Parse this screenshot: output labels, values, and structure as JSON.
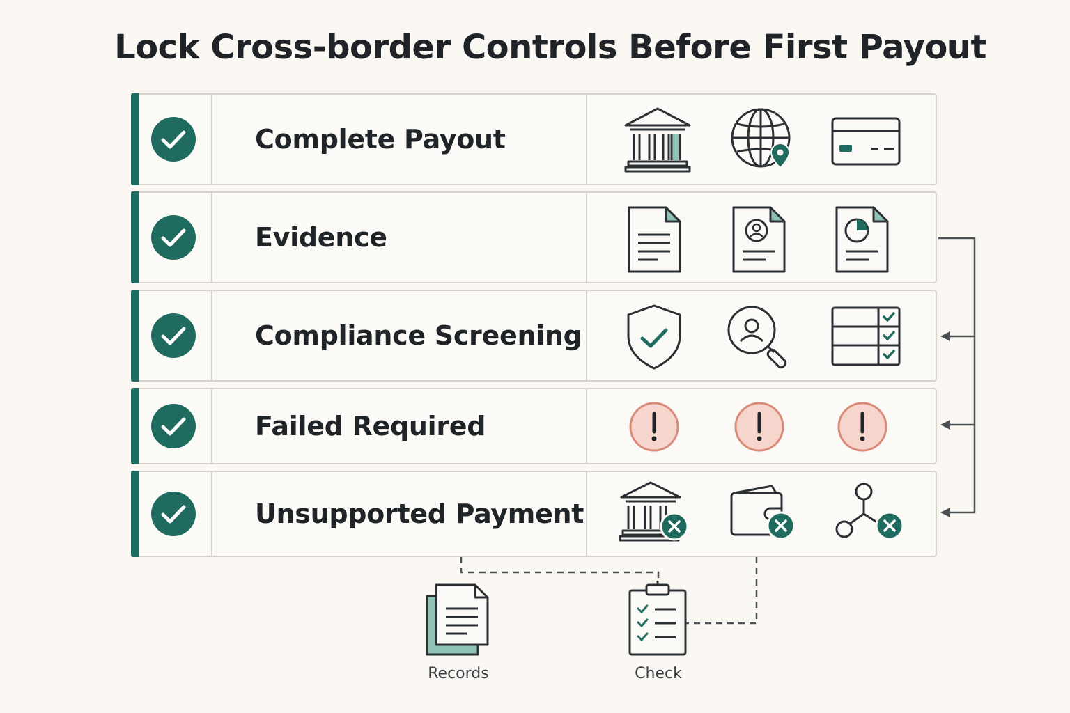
{
  "title": "Lock Cross-border Controls Before First Payout",
  "rows": [
    {
      "label": "Complete Payout",
      "icons": [
        "bank-icon",
        "globe-location-icon",
        "card-icon"
      ]
    },
    {
      "label": "Evidence",
      "icons": [
        "document-icon",
        "id-document-icon",
        "report-document-icon"
      ]
    },
    {
      "label": "Compliance Screening",
      "icons": [
        "shield-check-icon",
        "person-search-icon",
        "checklist-table-icon"
      ]
    },
    {
      "label": "Failed Required",
      "icons": [
        "alert-icon",
        "alert-icon",
        "alert-icon"
      ]
    },
    {
      "label": "Unsupported Payment",
      "icons": [
        "bank-blocked-icon",
        "wallet-blocked-icon",
        "network-blocked-icon"
      ]
    }
  ],
  "outputs": [
    {
      "label": "Records",
      "icon": "records-icon"
    },
    {
      "label": "Check",
      "icon": "clipboard-check-icon"
    }
  ],
  "colors": {
    "accent": "#1f6b5f",
    "alert_fill": "#f6d5cc",
    "alert_stroke": "#d98a78",
    "stroke": "#2b3035",
    "background": "#fbf8f3"
  }
}
